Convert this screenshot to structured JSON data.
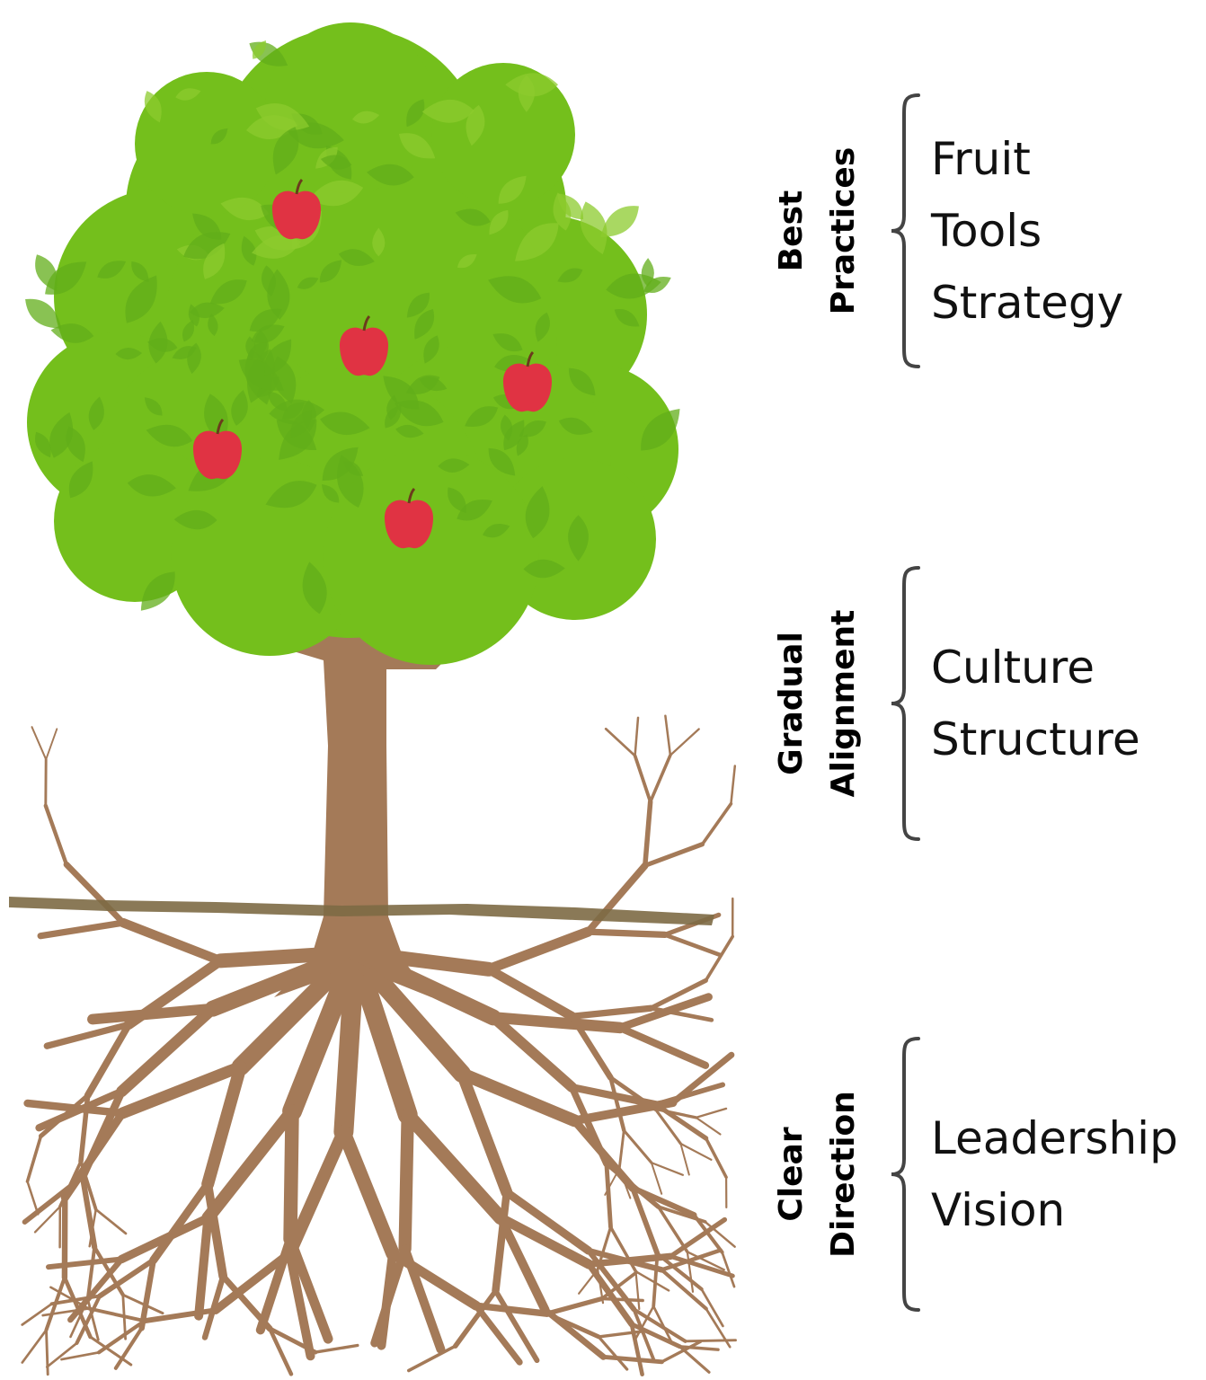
{
  "colors": {
    "foliage_dark": "#62ad1a",
    "foliage_mid": "#74bf1c",
    "foliage_light": "#8ccb2e",
    "apple": "#e03343",
    "trunk": "#a47a58",
    "ground": "#7d6a45",
    "brace": "#444444",
    "text": "#111111"
  },
  "tree": {
    "apples": 5,
    "sections": [
      "canopy",
      "trunk",
      "roots"
    ]
  },
  "groups": [
    {
      "key": "best-practices",
      "title_lines": [
        "Best",
        "Practices"
      ],
      "items": [
        "Fruit",
        "Tools",
        "Strategy"
      ]
    },
    {
      "key": "gradual-alignment",
      "title_lines": [
        "Gradual",
        "Alignment"
      ],
      "items": [
        "Culture",
        "Structure"
      ]
    },
    {
      "key": "clear-direction",
      "title_lines": [
        "Clear",
        "Direction"
      ],
      "items": [
        "Leadership",
        "Vision"
      ]
    }
  ]
}
